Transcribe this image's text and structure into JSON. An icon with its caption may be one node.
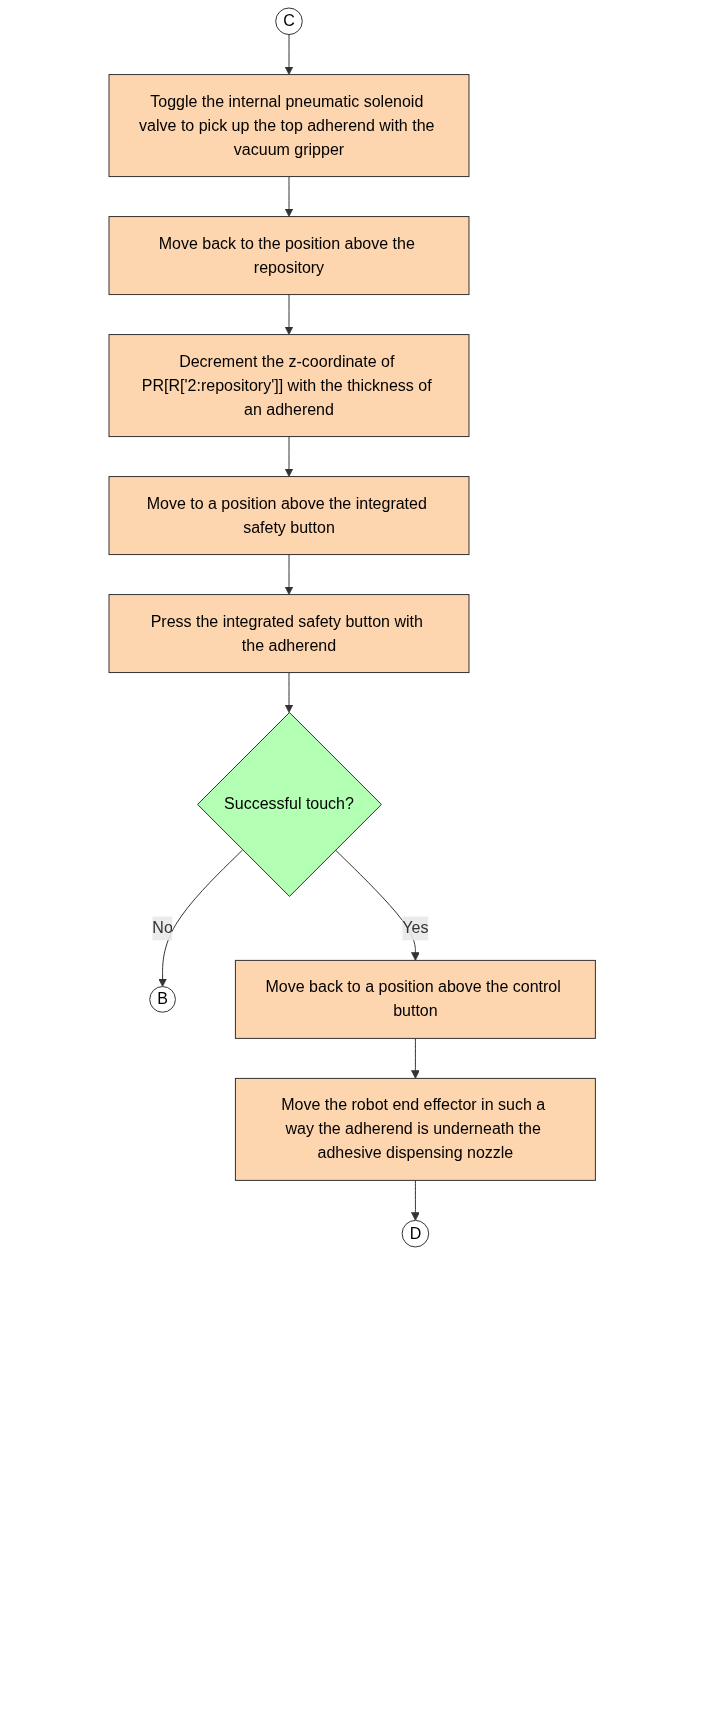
{
  "diagram": {
    "nodes": [
      {
        "text": [
          "C"
        ]
      },
      {
        "text": [
          "Toggle the internal pneumatic solenoid valve to pick up the top adherend with the vacuum gripper"
        ]
      },
      {
        "text": [
          "Move back to the position above the repository"
        ]
      },
      {
        "text": [
          "Decrement the z-coordinate of PR[R['2:repository']] with the thickness of an adherend"
        ]
      },
      {
        "text": [
          "Move to a position above the integrated safety button"
        ]
      },
      {
        "text": [
          "Press the integrated safety button with the adherend"
        ]
      },
      {
        "text": [
          "Successful touch?"
        ]
      },
      {
        "text": [
          "B"
        ]
      },
      {
        "text": [
          "Move back to a position above the control button"
        ]
      },
      {
        "text": [
          "Move the robot end effector in such a way the adherend is underneath the adhesive dispensing nozzle"
        ]
      },
      {
        "text": [
          "D"
        ]
      }
    ],
    "edges": [
      {
        "from": 0,
        "to": 1,
        "arrow": "to"
      },
      {
        "from": 1,
        "to": 2,
        "arrow": "to"
      },
      {
        "from": 2,
        "to": 3,
        "arrow": "to"
      },
      {
        "from": 3,
        "to": 4,
        "arrow": "to"
      },
      {
        "from": 4,
        "to": 5,
        "arrow": "to"
      },
      {
        "from": 5,
        "to": 6,
        "arrow": "to"
      },
      {
        "from": 6,
        "to": 7,
        "label": "No",
        "arrow": "to"
      },
      {
        "from": 6,
        "to": 8,
        "label": "Yes",
        "arrow": "to"
      },
      {
        "from": 8,
        "to": 9,
        "arrow": "to"
      },
      {
        "from": 9,
        "to": 10,
        "arrow": "to"
      }
    ]
  }
}
